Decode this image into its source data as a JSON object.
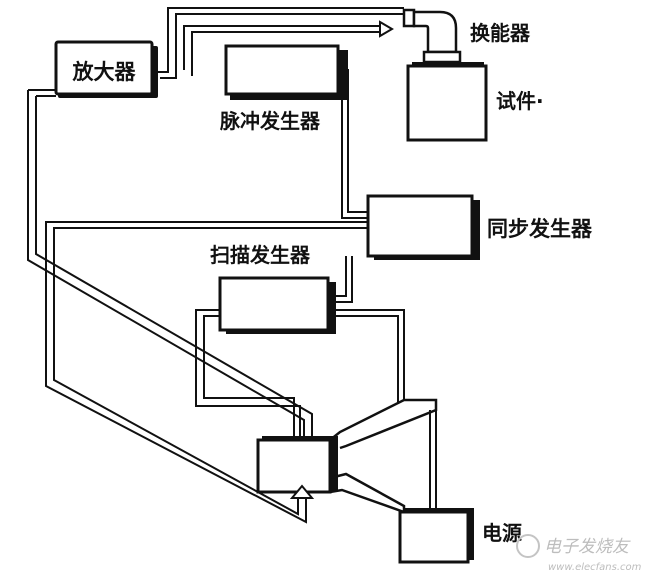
{
  "labels": {
    "amplifier": "放大器",
    "pulse_generator": "脉冲发生器",
    "transducer": "换能器",
    "specimen": "试件·",
    "sync_generator": "同步发生器",
    "sweep_generator": "扫描发生器",
    "power_supply": "电源"
  },
  "watermark": {
    "text": "电子发烧友",
    "url": "www.elecfans.com"
  }
}
